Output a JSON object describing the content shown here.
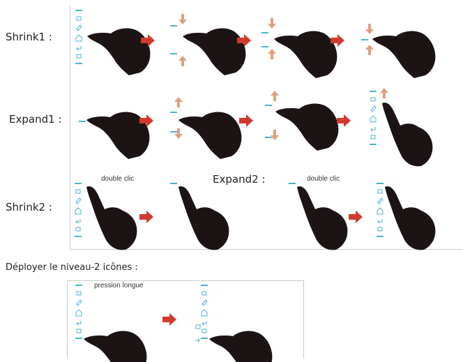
{
  "rows": {
    "shrink1": "Shrink1 :",
    "expand1": "Expand1 :",
    "shrink2": "Shrink2 :",
    "expand2": "Expand2 :"
  },
  "notes": {
    "double_click_a": "double clic",
    "double_click_b": "double clic",
    "long_press": "pression longue"
  },
  "section_title": "Déployer le niveau-2 icônes :",
  "colors": {
    "bar": "#4bb3d6",
    "arrow": "#e0a080",
    "next_arrow": "#d23a2e",
    "hand": "#1c1414"
  }
}
